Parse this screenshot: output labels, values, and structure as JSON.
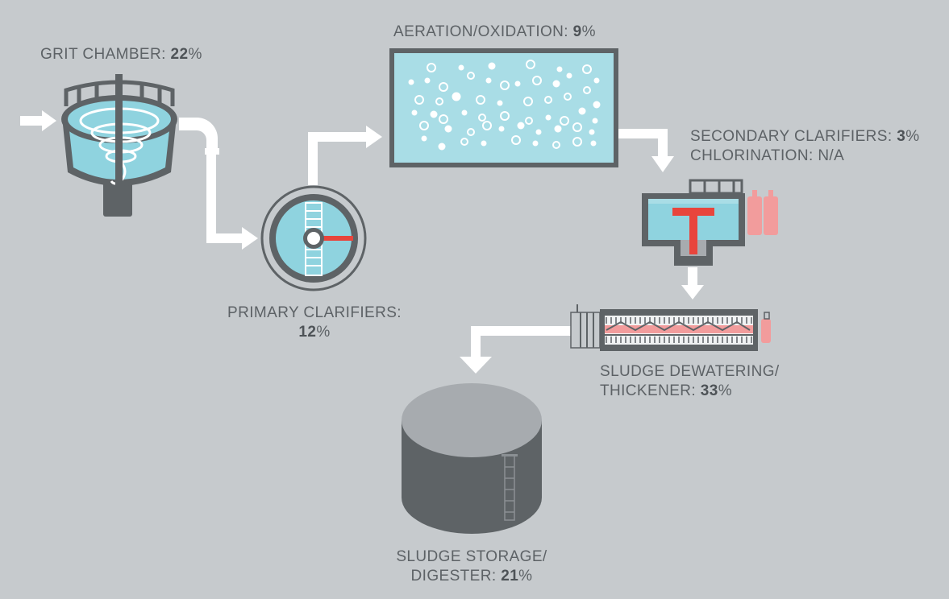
{
  "colors": {
    "background": "#c6cacd",
    "water": "#8fd3df",
    "water_light": "#a9dde6",
    "steel": "#5e6366",
    "arrow": "#ffffff",
    "accent_red": "#e8453c",
    "accent_pink": "#f29c9c",
    "text": "#5d6266"
  },
  "stages": {
    "grit_chamber": {
      "label": "GRIT CHAMBER:",
      "value": "22",
      "unit": "%"
    },
    "aeration": {
      "label": "AERATION/OXIDATION:",
      "value": "9",
      "unit": "%"
    },
    "secondary": {
      "label": "SECONDARY CLARIFIERS:",
      "value": "3",
      "unit": "%"
    },
    "chlorination": {
      "label": "CHLORINATION: N/A"
    },
    "primary": {
      "label": "PRIMARY CLARIFIERS:",
      "value": "12",
      "unit": "%"
    },
    "dewatering": {
      "line1": "SLUDGE DEWATERING/",
      "label": "THICKENER:",
      "value": "33",
      "unit": "%"
    },
    "storage": {
      "line1": "SLUDGE STORAGE/",
      "label": "DIGESTER:",
      "value": "21",
      "unit": "%"
    }
  },
  "icons": {
    "grit": "grit-chamber-icon",
    "primary": "primary-clarifier-icon",
    "aeration": "aeration-tank-icon",
    "secondary": "secondary-clarifier-icon",
    "dewatering": "sludge-dewatering-icon",
    "storage": "sludge-storage-tank-icon"
  }
}
